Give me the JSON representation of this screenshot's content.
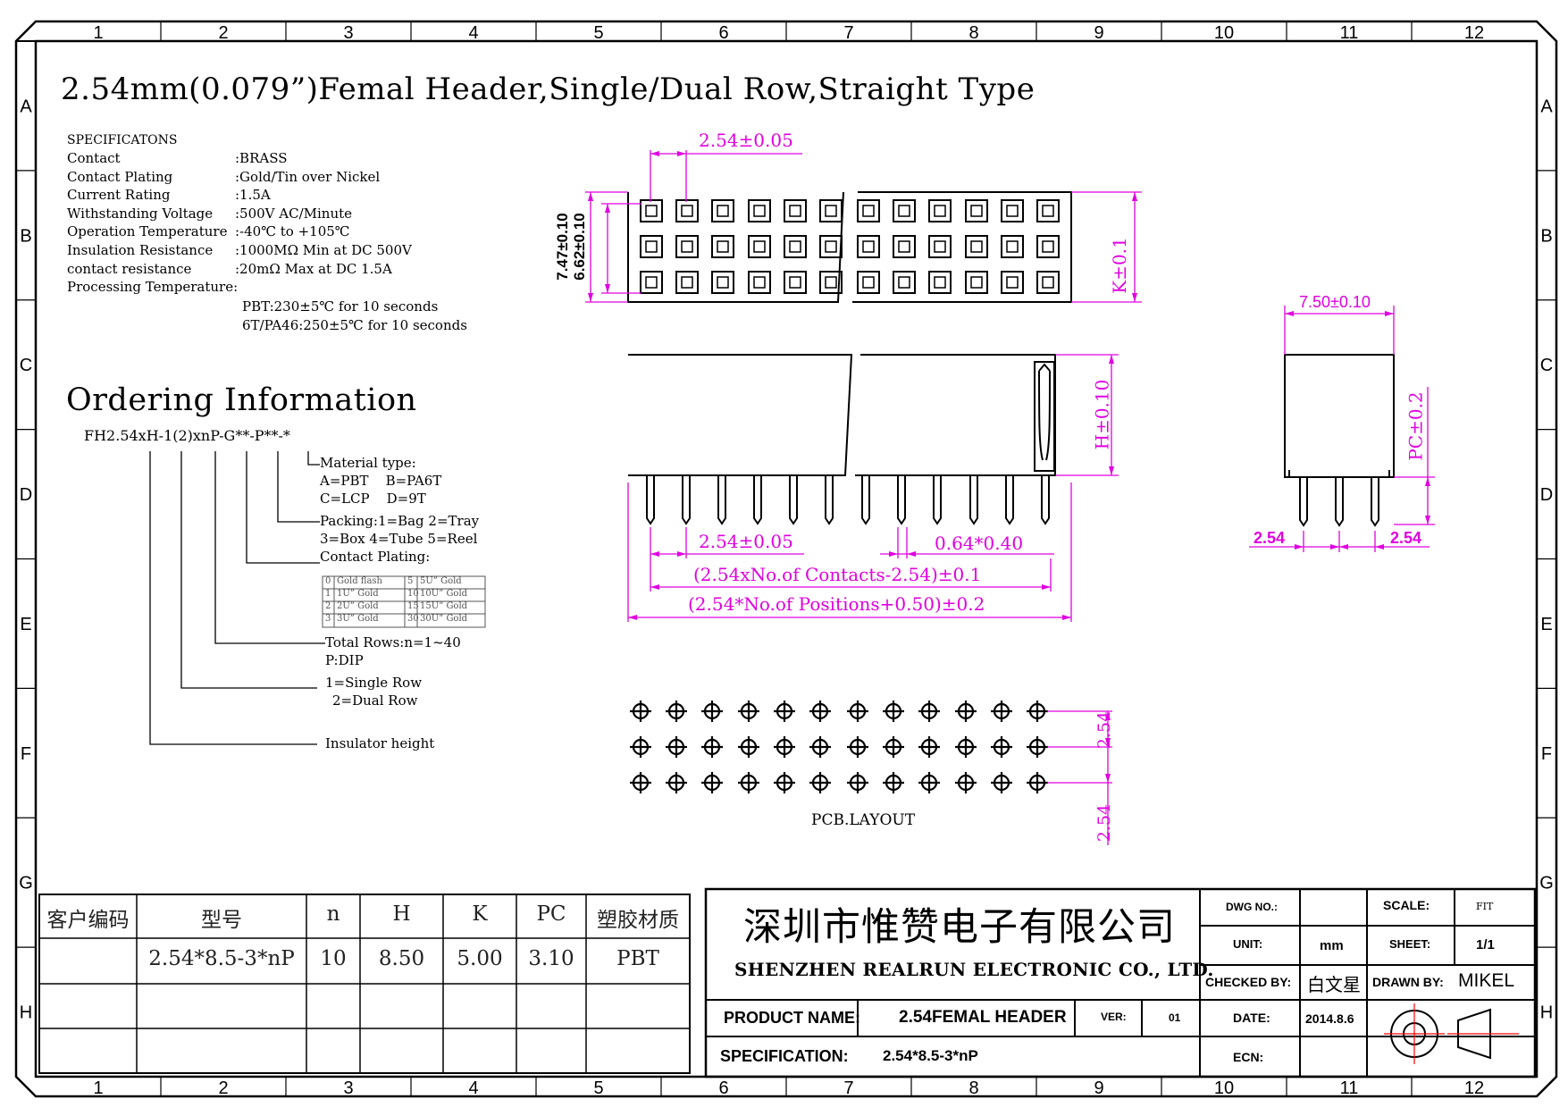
{
  "title": "2.54mm(0.079”)Femal Header,Single/Dual Row,Straight Type",
  "grid": {
    "columns": [
      "1",
      "2",
      "3",
      "4",
      "5",
      "6",
      "7",
      "8",
      "9",
      "10",
      "11",
      "12"
    ],
    "rows": [
      "A",
      "B",
      "C",
      "D",
      "E",
      "F",
      "G",
      "H"
    ]
  },
  "specs": {
    "heading": "SPECIFICATONS",
    "items": [
      {
        "label": "Contact",
        "value": ":BRASS"
      },
      {
        "label": "Contact Plating",
        "value": ":Gold/Tin over Nickel"
      },
      {
        "label": "Current Rating",
        "value": ":1.5A"
      },
      {
        "label": "Withstanding Voltage",
        "value": ":500V AC/Minute"
      },
      {
        "label": "Operation Temperature",
        "value": ":-40℃ to +105℃"
      },
      {
        "label": "Insulation Resistance",
        "value": ":1000MΩ Min at DC 500V"
      },
      {
        "label": "contact resistance",
        "value": ":20mΩ Max at DC 1.5A"
      },
      {
        "label": "Processing Temperature:",
        "value": ""
      }
    ],
    "processing": [
      "PBT:230±5℃ for 10 seconds",
      "6T/PA46:250±5℃ for 10 seconds"
    ]
  },
  "ordering": {
    "heading": "Ordering Information",
    "part_code": "FH2.54xH-1(2)xnP-G**-P**-*",
    "material": [
      "Material type:",
      "A=PBT    B=PA6T",
      "C=LCP    D=9T"
    ],
    "packing": [
      "Packing:1=Bag 2=Tray",
      "3=Box 4=Tube 5=Reel"
    ],
    "plating_label": "Contact Plating:",
    "plating_table": [
      [
        "0",
        "Gold flash",
        "5",
        "5U” Gold"
      ],
      [
        "1",
        "1U” Gold",
        "10",
        "10U” Gold"
      ],
      [
        "2",
        "2U” Gold",
        "15",
        "15U” Gold"
      ],
      [
        "3",
        "3U” Gold",
        "30",
        "30U” Gold"
      ]
    ],
    "rows": [
      "Total Rows:n=1~40",
      "P:DIP"
    ],
    "row_type": [
      "1=Single Row",
      "2=Dual Row"
    ],
    "insulator": "Insulator height"
  },
  "dims": {
    "top_pitch": "2.54±0.05",
    "width_outer": "7.47±0.10",
    "width_inner": "6.62±0.10",
    "k": "K±0.1",
    "h": "H±0.10",
    "side_width": "7.50±0.10",
    "pc": "PC±0.2",
    "side_pitch_left": "2.54",
    "side_pitch_right": "2.54",
    "front_pitch": "2.54±0.05",
    "pin_size": "0.64*0.40",
    "contacts_len": "(2.54xNo.of Contacts-2.54)±0.1",
    "positions_len": "(2.54*No.of Positions+0.50)±0.2",
    "pcb_pitch_1": "2.54",
    "pcb_pitch_2": "2.54",
    "pcb_label": "PCB.LAYOUT"
  },
  "table": {
    "headers": [
      "客户编码",
      "型号",
      "n",
      "H",
      "K",
      "PC",
      "塑胶材质"
    ],
    "row1": [
      "",
      "2.54*8.5-3*nP",
      "10",
      "8.50",
      "5.00",
      "3.10",
      "PBT"
    ]
  },
  "titleblock": {
    "company_cn": "深圳市惟赞电子有限公司",
    "company_en": "SHENZHEN REALRUN ELECTRONIC CO., LTD.",
    "dwg_no_label": "DWG NO.:",
    "dwg_no": "",
    "scale_label": "SCALE:",
    "scale": "FIT",
    "unit_label": "UNIT:",
    "unit": "mm",
    "sheet_label": "SHEET:",
    "sheet": "1/1",
    "checked_label": "CHECKED BY:",
    "checked": "白文星",
    "drawn_label": "DRAWN BY:",
    "drawn": "MIKEL",
    "product_label": "PRODUCT NAME:",
    "product": "2.54FEMAL HEADER",
    "ver_label": "VER:",
    "ver": "01",
    "date_label": "DATE:",
    "date": "2014.8.6",
    "spec_label": "SPECIFICATION:",
    "spec": "2.54*8.5-3*nP",
    "ecn_label": "ECN:",
    "ecn": ""
  },
  "colors": {
    "line": "#000000",
    "dimension": "#e000e0",
    "projection_symbol": "#ff0000"
  }
}
